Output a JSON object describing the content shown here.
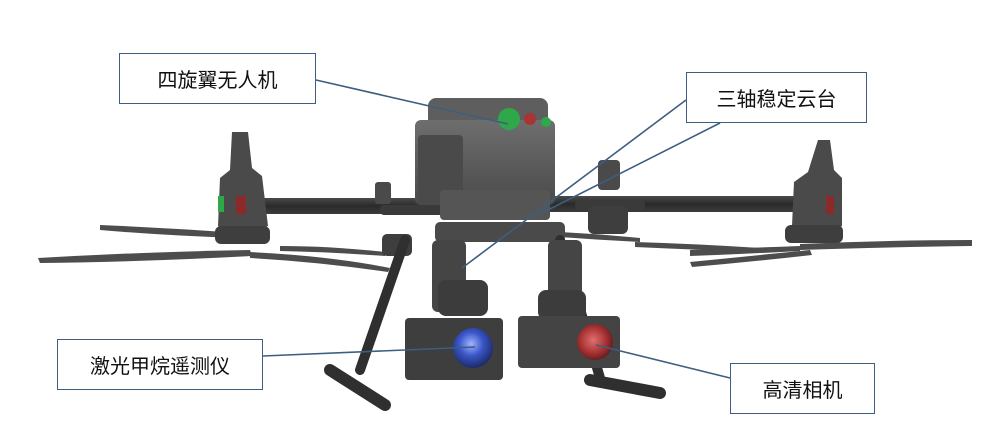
{
  "labels": {
    "quadrotor": "四旋翼无人机",
    "gimbal": "三轴稳定云台",
    "methane_detector": "激光甲烷遥测仪",
    "hd_camera": "高清相机"
  },
  "colors": {
    "leader_line": "#3d5e80",
    "box_border": "#3d5e80",
    "drone_body": "#5a5a5a",
    "drone_dark": "#3a3a3a",
    "lens_blue": "#3a56c8",
    "lens_red": "#c23a3a",
    "led_green": "#2fa84a"
  }
}
